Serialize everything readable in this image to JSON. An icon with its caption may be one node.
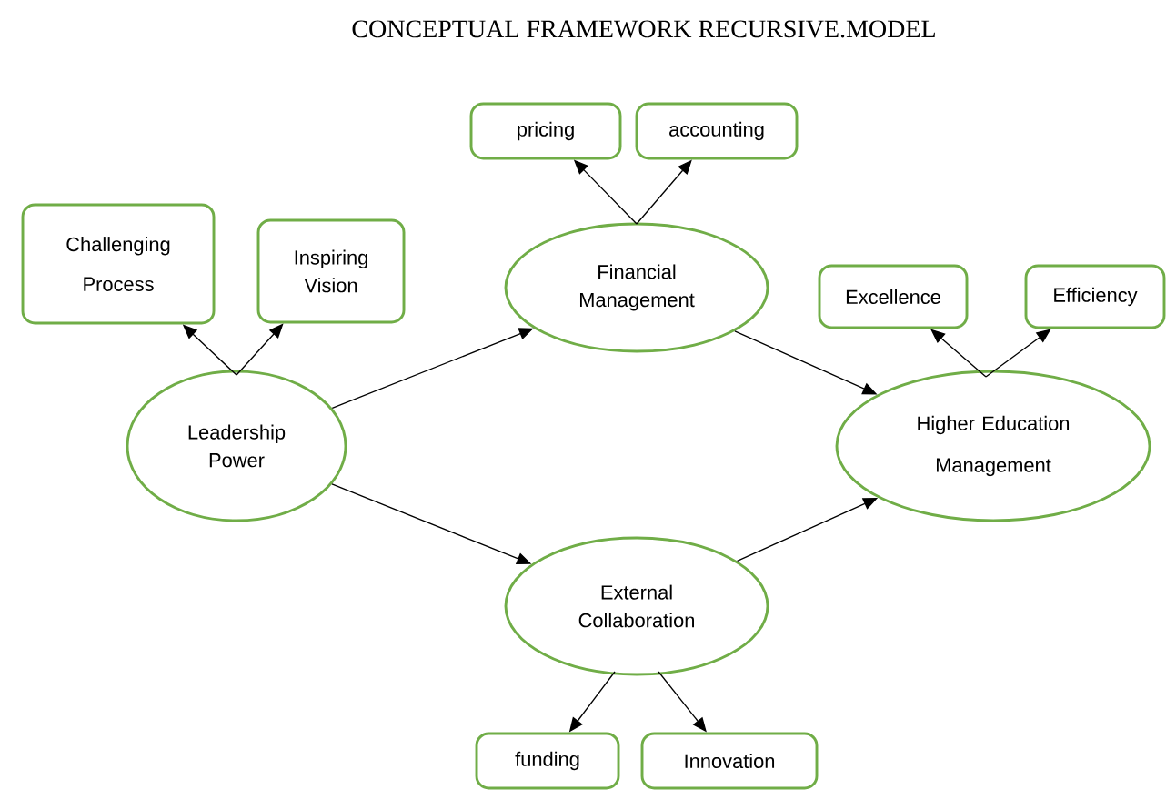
{
  "diagram": {
    "title": "CONCEPTUAL FRAMEWORK RECURSIVE.MODEL",
    "nodes": [
      {
        "text": [
          "Challenging Process"
        ]
      },
      {
        "text": [
          "Inspiring Vision"
        ]
      },
      {
        "text": [
          "pricing"
        ]
      },
      {
        "text": [
          "accounting"
        ]
      },
      {
        "text": [
          "Financial Management"
        ]
      },
      {
        "text": [
          "Excellence"
        ]
      },
      {
        "text": [
          "Efficiency"
        ]
      },
      {
        "text": [
          "Leadership Power"
        ]
      },
      {
        "text": [
          "Higher Education Management"
        ]
      },
      {
        "text": [
          "External Collaboration"
        ]
      },
      {
        "text": [
          "funding"
        ]
      },
      {
        "text": [
          "Innovation"
        ]
      }
    ],
    "edges": [
      {
        "from": 7,
        "to": 0,
        "arrow": "to"
      },
      {
        "from": 7,
        "to": 1,
        "arrow": "to"
      },
      {
        "from": 4,
        "to": 2,
        "arrow": "to"
      },
      {
        "from": 4,
        "to": 3,
        "arrow": "to"
      },
      {
        "from": 8,
        "to": 5,
        "arrow": "to"
      },
      {
        "from": 8,
        "to": 6,
        "arrow": "to"
      },
      {
        "from": 7,
        "to": 4,
        "arrow": "to"
      },
      {
        "from": 7,
        "to": 9,
        "arrow": "to"
      },
      {
        "from": 4,
        "to": 8,
        "arrow": "to"
      },
      {
        "from": 9,
        "to": 8,
        "arrow": "to"
      },
      {
        "from": 9,
        "to": 10,
        "arrow": "to"
      },
      {
        "from": 9,
        "to": 11,
        "arrow": "to"
      }
    ]
  }
}
